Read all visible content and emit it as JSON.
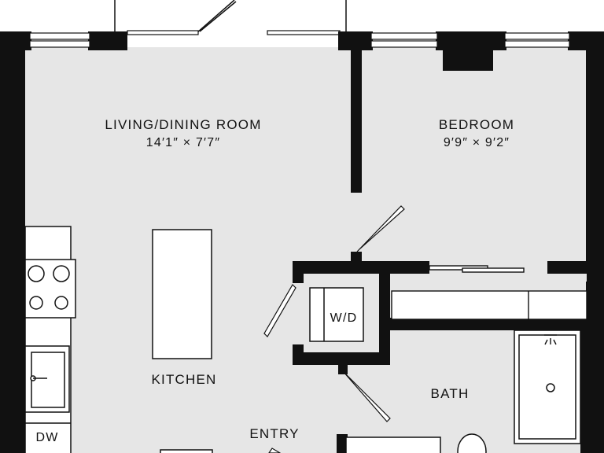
{
  "colors": {
    "wall": "#111111",
    "floor": "#e6e6e6",
    "fixture": "#ffffff",
    "exterior": "#ffffff"
  },
  "rooms": {
    "living": {
      "name": "LIVING/DINING ROOM",
      "dims": "14′1″ × 7′7″"
    },
    "bedroom": {
      "name": "BEDROOM",
      "dims": "9′9″ × 9′2″"
    },
    "kitchen": {
      "name": "KITCHEN"
    },
    "bath": {
      "name": "BATH"
    },
    "entry": {
      "name": "ENTRY"
    }
  },
  "fixtures": {
    "washer_dryer": "W/D",
    "dishwasher": "DW"
  }
}
